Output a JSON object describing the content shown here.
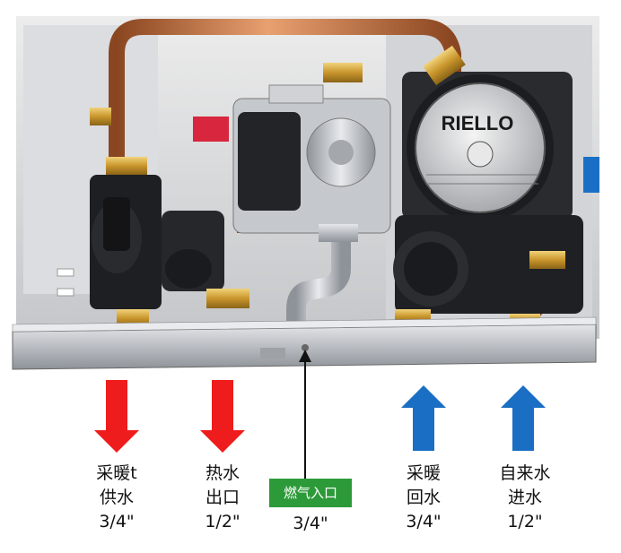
{
  "brand_text": "RIELLO",
  "labels": {
    "heating_supply": {
      "line1": "采暖t",
      "line2": "供水",
      "size": "3/4\""
    },
    "hot_water_out": {
      "line1": "热水",
      "line2": "出口",
      "size": "1/2\""
    },
    "gas_inlet": {
      "label": "燃气入口",
      "size": "3/4\""
    },
    "heating_return": {
      "line1": "采暖",
      "line2": "回水",
      "size": "3/4\""
    },
    "cold_water_in": {
      "line1": "自来水",
      "line2": "进水",
      "size": "1/2\""
    }
  },
  "colors": {
    "arrow_down": "#ee1c1c",
    "arrow_up": "#1a6fc4",
    "gas_box": "#2d9a3a",
    "copper": "#c9743f",
    "brass": "#d1a23a",
    "steel": "#b8bcc2"
  }
}
